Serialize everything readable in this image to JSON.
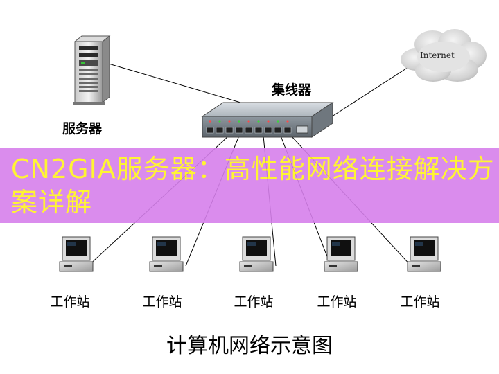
{
  "labels": {
    "server": "服务器",
    "hub": "集线器",
    "internet": "Internet",
    "workstations": [
      "工作站",
      "工作站",
      "工作站",
      "工作站",
      "工作站"
    ],
    "caption": "计算机网络示意图"
  },
  "banner": {
    "title": "CN2GIA服务器：高性能网络连接解决方案详解",
    "background_color": "#d680ec",
    "text_color": "#fff31f"
  },
  "icons": {
    "server": "server-tower-icon",
    "hub": "network-hub-icon",
    "cloud": "internet-cloud-icon",
    "workstation": "workstation-computer-icon"
  }
}
